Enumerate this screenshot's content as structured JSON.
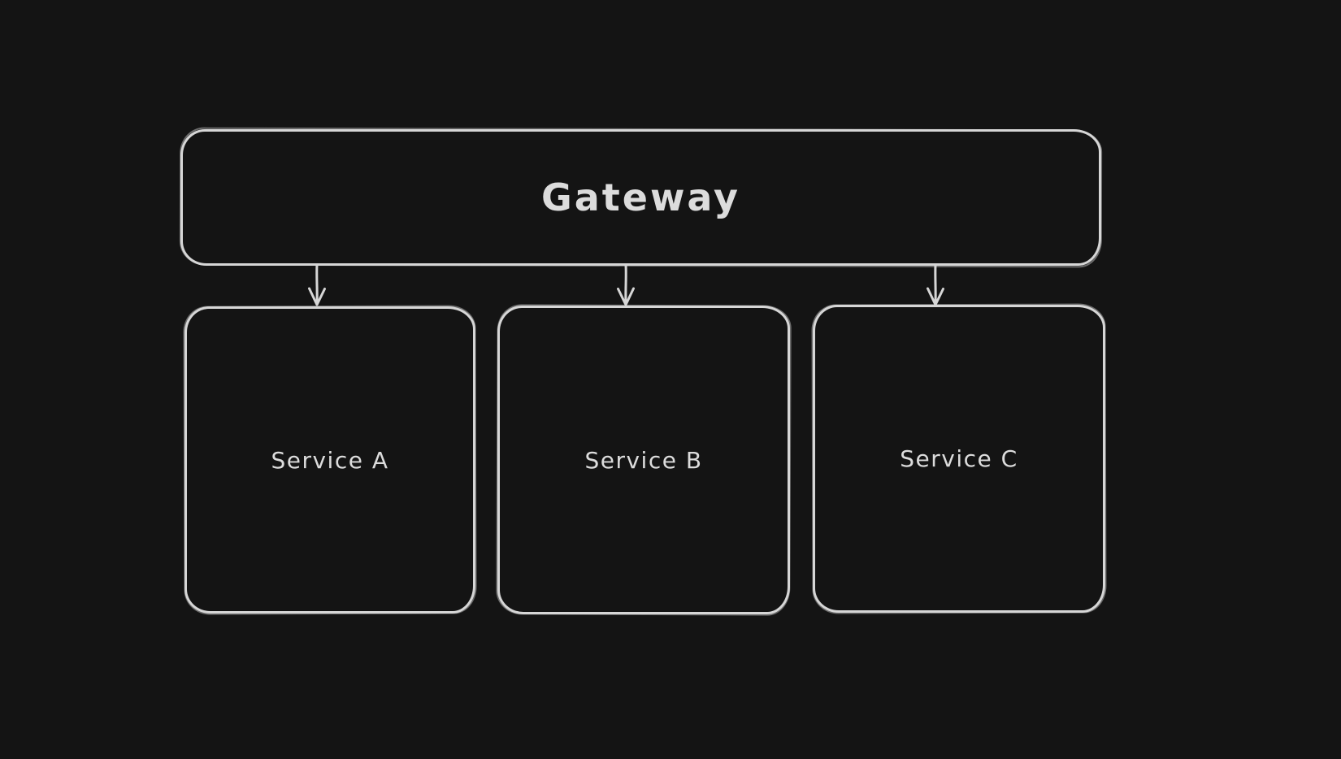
{
  "diagram": {
    "type": "flowchart",
    "style": "excalidraw-hand-drawn-dark",
    "nodes": [
      {
        "id": "gateway",
        "label": "Gateway"
      },
      {
        "id": "service-a",
        "label": "Service A"
      },
      {
        "id": "service-b",
        "label": "Service B"
      },
      {
        "id": "service-c",
        "label": "Service C"
      }
    ],
    "edges": [
      {
        "from": "gateway",
        "to": "service-a",
        "arrowhead": "open-v"
      },
      {
        "from": "gateway",
        "to": "service-b",
        "arrowhead": "open-v"
      },
      {
        "from": "gateway",
        "to": "service-c",
        "arrowhead": "open-v"
      }
    ]
  },
  "colors": {
    "background": "#141414",
    "stroke": "#d6d6d6",
    "text": "#dcdcdc"
  }
}
